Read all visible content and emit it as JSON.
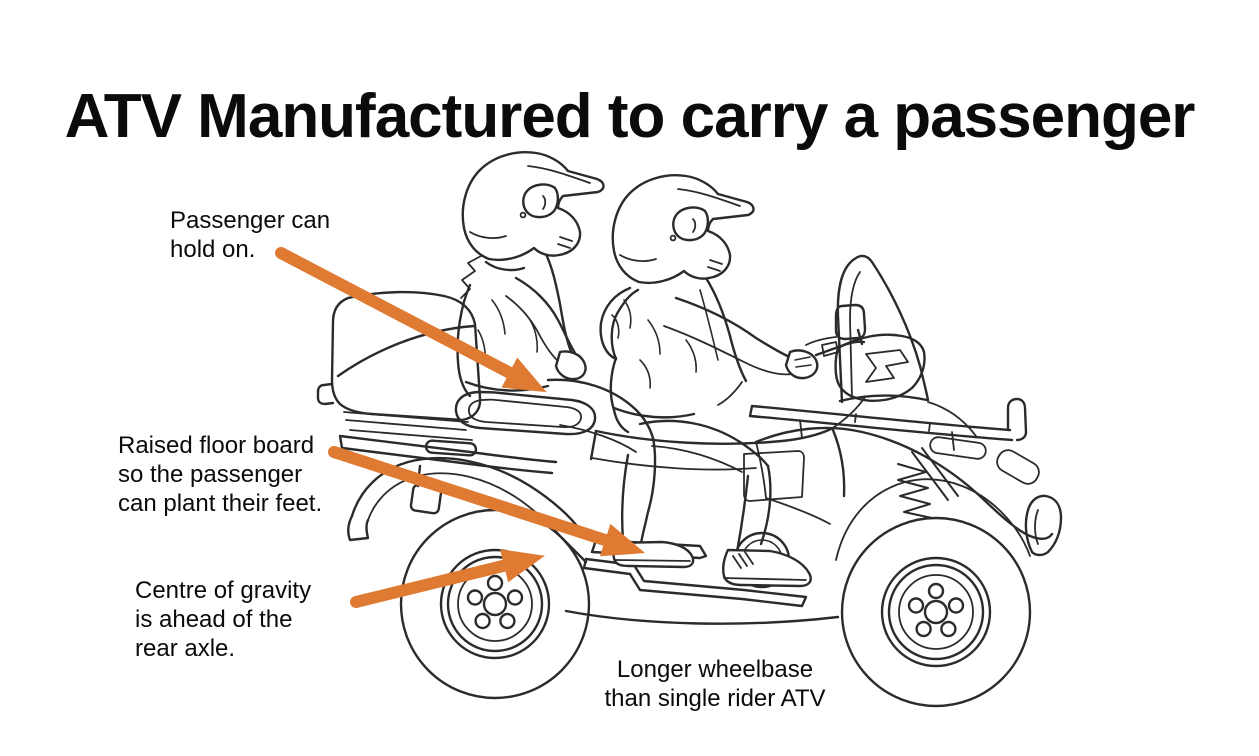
{
  "title": "ATV Manufactured to carry a passenger",
  "annotations": {
    "passenger_hold": "Passenger can\nhold on.",
    "floor_board": "Raised floor board\nso the passenger\ncan plant their feet.",
    "centre_gravity": "Centre of gravity\nis ahead of the\nrear axle.",
    "wheelbase": "Longer wheelbase\nthan single rider ATV"
  },
  "colors": {
    "arrow": "#DF7A33",
    "line_art": "#2B2B2B",
    "text": "#0B0B0B",
    "background": "#FFFFFF"
  }
}
